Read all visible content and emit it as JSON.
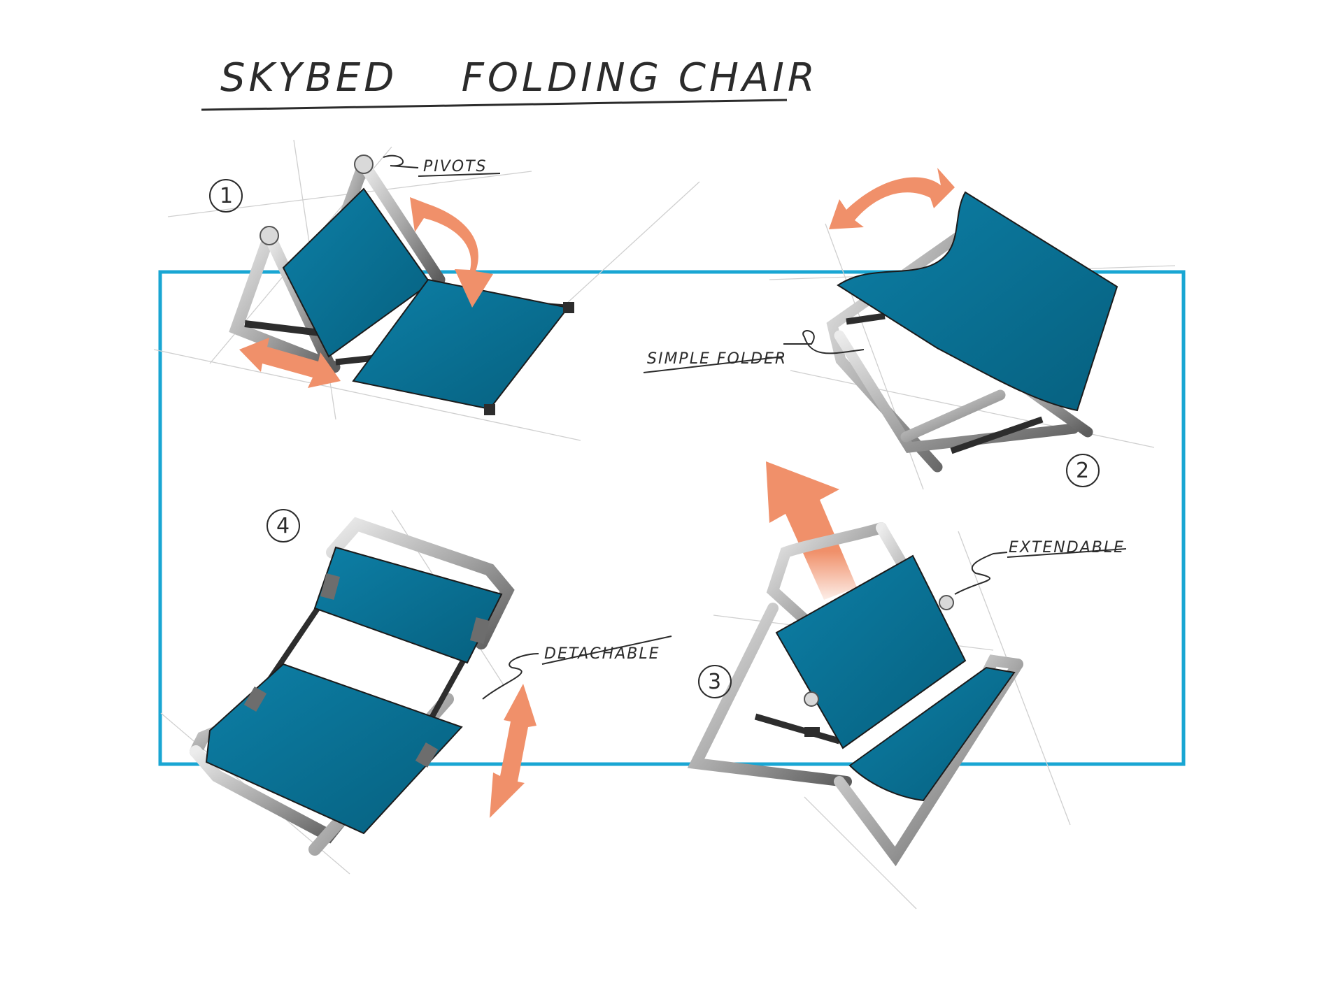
{
  "title": "SKYBED    FOLDING CHAIR",
  "labels": {
    "pivots": "PIVOTS",
    "simple_folder": "SIMPLE FOLDER",
    "extendable": "EXTENDABLE",
    "detachable": "DETACHABLE"
  },
  "steps": {
    "one": "1",
    "two": "2",
    "three": "3",
    "four": "4"
  },
  "colors": {
    "fabric": "#0b7398",
    "fabric_shade": "#075e7e",
    "frame": "#b9b9b9",
    "arrow": "#f0906a",
    "outline_box": "#19a6d3",
    "ink": "#2b2b2b"
  }
}
